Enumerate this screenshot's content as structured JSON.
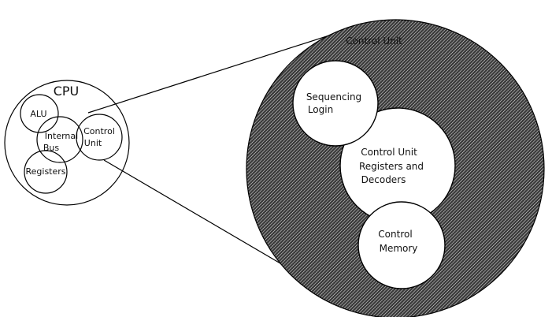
{
  "cpu": {
    "title": "CPU",
    "alu": "ALU",
    "internal_bus": [
      "Internal",
      "Bus"
    ],
    "registers": "Registers",
    "control_unit": [
      "Control",
      "Unit"
    ]
  },
  "detail": {
    "title": "Control Unit",
    "sequencing": [
      "Sequencing",
      "Login"
    ],
    "registers_decoders": [
      "Control Unit",
      "Registers and",
      "Decoders"
    ],
    "control_memory": [
      "Control",
      "Memory"
    ]
  }
}
